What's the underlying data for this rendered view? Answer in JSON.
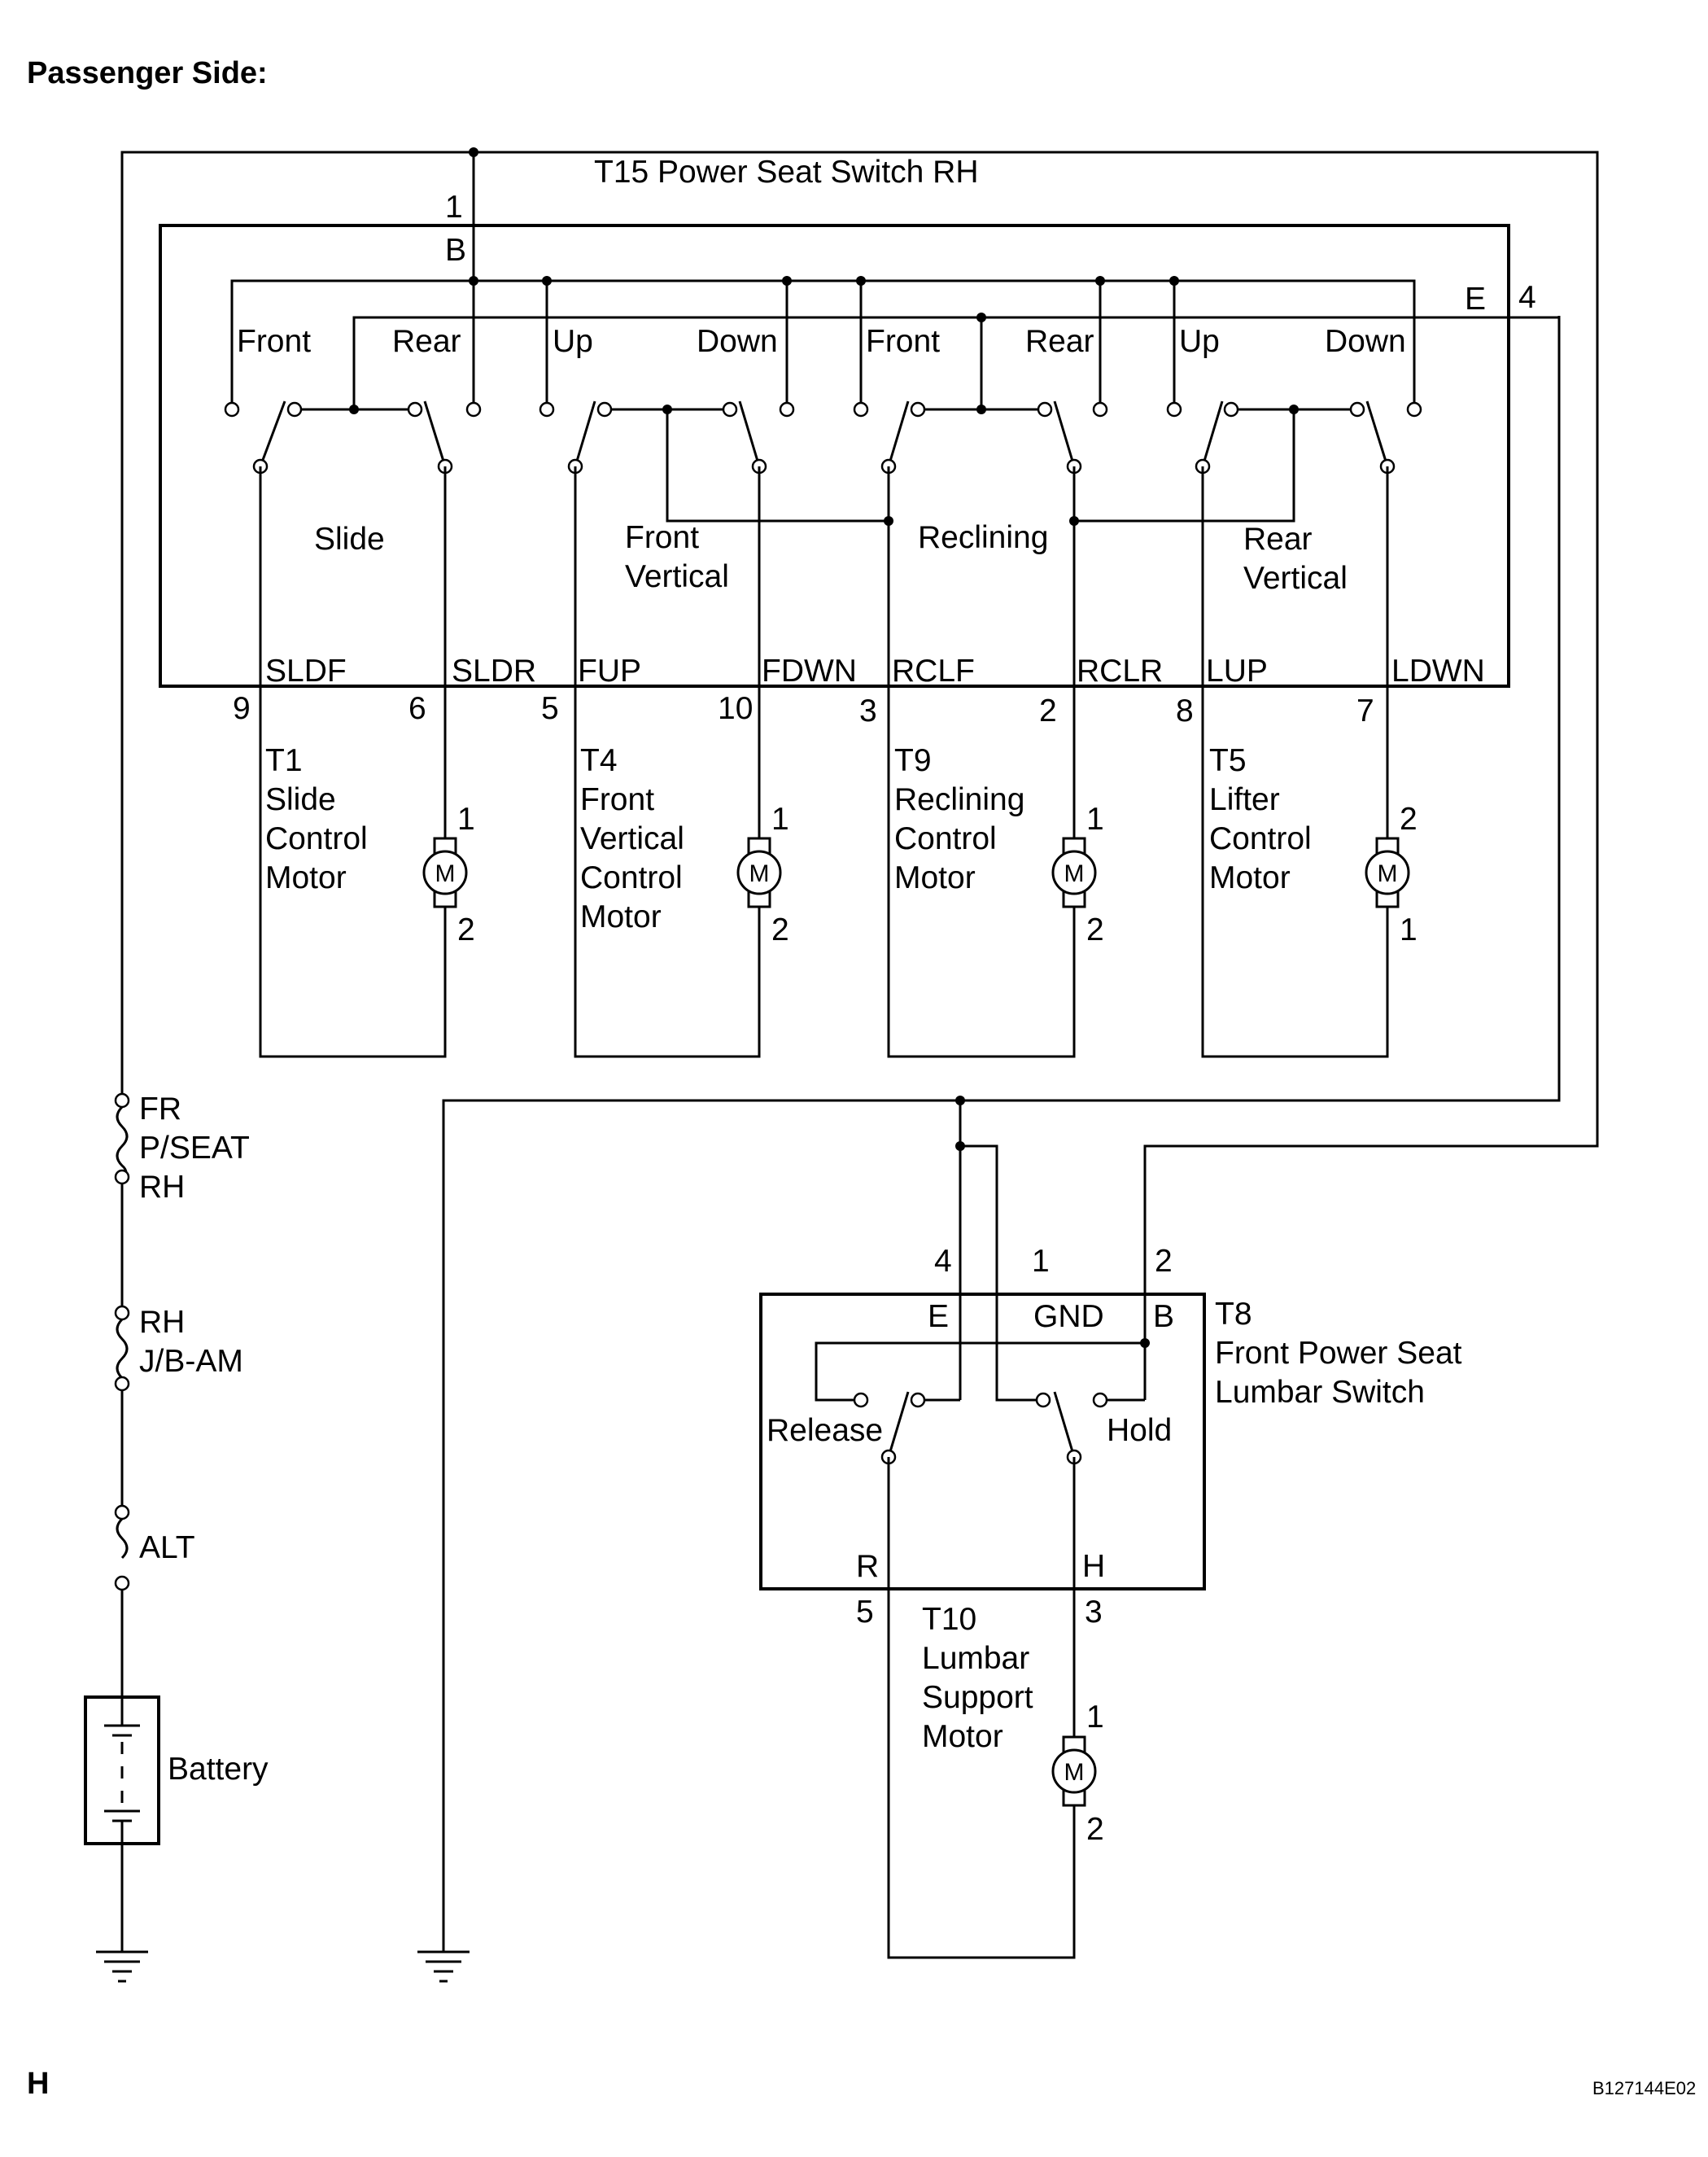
{
  "title": "Passenger Side:",
  "page_marker": "H",
  "figure_code": "B127144E02",
  "t15": {
    "name": "T15 Power Seat Switch RH",
    "pin_b_num": "1",
    "pin_b_label": "B",
    "pin_e_label": "E",
    "pin_e_num": "4",
    "pos_labels": [
      "Front",
      "Rear",
      "Up",
      "Down",
      "Front",
      "Rear",
      "Up",
      "Down"
    ],
    "groups": [
      [
        "Slide"
      ],
      [
        "Front",
        "Vertical"
      ],
      [
        "Reclining"
      ],
      [
        "Rear",
        "Vertical"
      ]
    ],
    "terminals": [
      "SLDF",
      "SLDR",
      "FUP",
      "FDWN",
      "RCLF",
      "RCLR",
      "LUP",
      "LDWN"
    ],
    "pins": [
      "9",
      "6",
      "5",
      "10",
      "3",
      "2",
      "8",
      "7"
    ]
  },
  "motors": [
    {
      "lines": [
        "T1",
        "Slide",
        "Control",
        "Motor"
      ],
      "top_pin": "1",
      "bottom_pin": "2",
      "symbol": "M"
    },
    {
      "lines": [
        "T4",
        "Front",
        "Vertical",
        "Control",
        "Motor"
      ],
      "top_pin": "1",
      "bottom_pin": "2",
      "symbol": "M"
    },
    {
      "lines": [
        "T9",
        "Reclining",
        "Control",
        "Motor"
      ],
      "top_pin": "1",
      "bottom_pin": "2",
      "symbol": "M"
    },
    {
      "lines": [
        "T5",
        "Lifter",
        "Control",
        "Motor"
      ],
      "top_pin": "2",
      "bottom_pin": "1",
      "symbol": "M"
    }
  ],
  "fuses": [
    [
      "FR",
      "P/SEAT",
      "RH"
    ],
    [
      "RH",
      "J/B-AM"
    ],
    [
      "ALT"
    ]
  ],
  "battery": "Battery",
  "t8": {
    "lines": [
      "T8",
      "Front Power Seat",
      "Lumbar Switch"
    ],
    "pin_e_num": "4",
    "pin_gnd_num": "1",
    "pin_b_num": "2",
    "pin_e_label": "E",
    "pin_gnd_label": "GND",
    "pin_b_label": "B",
    "release": "Release",
    "hold": "Hold",
    "term_r": "R",
    "term_h": "H",
    "pin_r_num": "5",
    "pin_h_num": "3"
  },
  "t10": {
    "lines": [
      "T10",
      "Lumbar",
      "Support",
      "Motor"
    ],
    "top_pin": "1",
    "bottom_pin": "2",
    "symbol": "M"
  }
}
